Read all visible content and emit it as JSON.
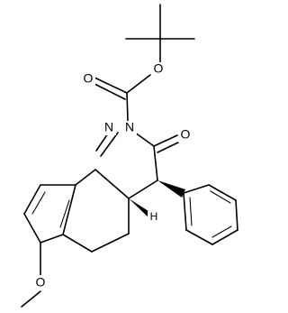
{
  "atom_labels": {
    "o_ester": "O",
    "o_carbonyl_ester": "O",
    "o_ketone": "O",
    "n_left": "N",
    "n_right": "N",
    "h_stereo": "H",
    "o_methoxy": "O"
  },
  "colors": {
    "bonds": "#000000",
    "background": "#ffffff"
  }
}
